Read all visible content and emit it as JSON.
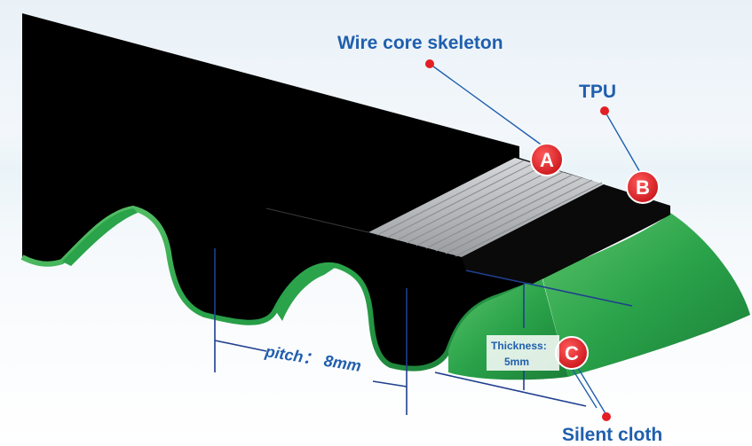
{
  "callouts": {
    "wire_core": {
      "letter": "A",
      "label": "Wire core skeleton"
    },
    "tpu": {
      "letter": "B",
      "label": "TPU"
    },
    "silent_cloth": {
      "letter": "C",
      "label": "Silent cloth"
    }
  },
  "dimensions": {
    "pitch_label": "pitch",
    "pitch_value": "8mm",
    "thickness_label": "Thickness",
    "thickness_value": "5mm"
  },
  "colors": {
    "belt_body": "#000000",
    "cloth_green": "#2aa34a",
    "wire_grey": "#b9bcbf",
    "badge_red": "#e31e24",
    "label_blue": "#1f5fae",
    "dimension_line": "#1f3f8f"
  }
}
